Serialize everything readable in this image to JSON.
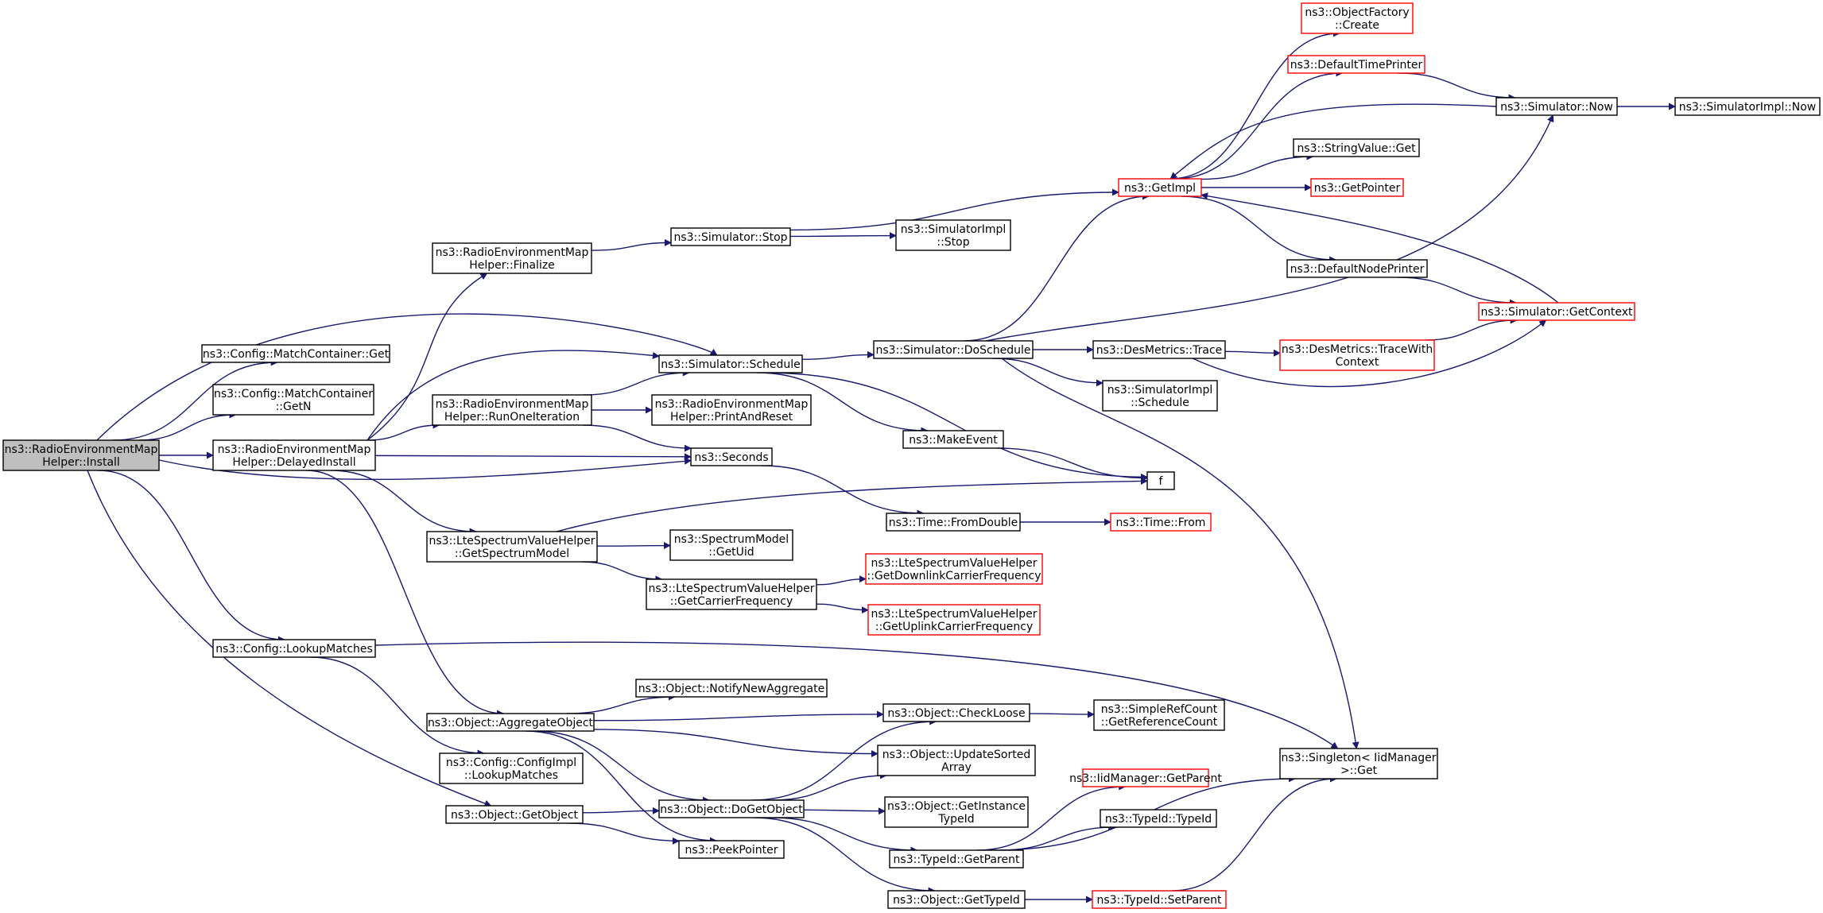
{
  "diagram": {
    "type": "call-graph",
    "edge_color": "#191970",
    "node_border_default": "#000000",
    "node_border_truncated": "#ff0000",
    "root_fill": "#bfbfbf",
    "nodes": [
      {
        "id": "install",
        "lines": [
          "ns3::RadioEnvironmentMap",
          "Helper::Install"
        ],
        "style": "root"
      },
      {
        "id": "mc_get",
        "lines": [
          "ns3::Config::MatchContainer::Get"
        ],
        "style": "normal"
      },
      {
        "id": "mc_getn",
        "lines": [
          "ns3::Config::MatchContainer",
          "::GetN"
        ],
        "style": "normal"
      },
      {
        "id": "delayed",
        "lines": [
          "ns3::RadioEnvironmentMap",
          "Helper::DelayedInstall"
        ],
        "style": "normal"
      },
      {
        "id": "lookup",
        "lines": [
          "ns3::Config::LookupMatches"
        ],
        "style": "normal"
      },
      {
        "id": "getobject",
        "lines": [
          "ns3::Object::GetObject"
        ],
        "style": "normal"
      },
      {
        "id": "finalize",
        "lines": [
          "ns3::RadioEnvironmentMap",
          "Helper::Finalize"
        ],
        "style": "normal"
      },
      {
        "id": "runone",
        "lines": [
          "ns3::RadioEnvironmentMap",
          "Helper::RunOneIteration"
        ],
        "style": "normal"
      },
      {
        "id": "getspectrum",
        "lines": [
          "ns3::LteSpectrumValueHelper",
          "::GetSpectrumModel"
        ],
        "style": "normal"
      },
      {
        "id": "aggregate",
        "lines": [
          "ns3::Object::AggregateObject"
        ],
        "style": "normal"
      },
      {
        "id": "configimpl",
        "lines": [
          "ns3::Config::ConfigImpl",
          "::LookupMatches"
        ],
        "style": "normal"
      },
      {
        "id": "stop",
        "lines": [
          "ns3::Simulator::Stop"
        ],
        "style": "normal"
      },
      {
        "id": "schedule",
        "lines": [
          "ns3::Simulator::Schedule"
        ],
        "style": "normal"
      },
      {
        "id": "printreset",
        "lines": [
          "ns3::RadioEnvironmentMap",
          "Helper::PrintAndReset"
        ],
        "style": "normal"
      },
      {
        "id": "seconds",
        "lines": [
          "ns3::Seconds"
        ],
        "style": "normal"
      },
      {
        "id": "getuid",
        "lines": [
          "ns3::SpectrumModel",
          "::GetUid"
        ],
        "style": "normal"
      },
      {
        "id": "carrier",
        "lines": [
          "ns3::LteSpectrumValueHelper",
          "::GetCarrierFrequency"
        ],
        "style": "normal"
      },
      {
        "id": "notify",
        "lines": [
          "ns3::Object::NotifyNewAggregate"
        ],
        "style": "normal"
      },
      {
        "id": "dogetobject",
        "lines": [
          "ns3::Object::DoGetObject"
        ],
        "style": "normal"
      },
      {
        "id": "peek",
        "lines": [
          "ns3::PeekPointer"
        ],
        "style": "normal"
      },
      {
        "id": "implstop",
        "lines": [
          "ns3::SimulatorImpl",
          "::Stop"
        ],
        "style": "normal"
      },
      {
        "id": "doschedule",
        "lines": [
          "ns3::Simulator::DoSchedule"
        ],
        "style": "normal"
      },
      {
        "id": "makeevent",
        "lines": [
          "ns3::MakeEvent"
        ],
        "style": "normal"
      },
      {
        "id": "fromdouble",
        "lines": [
          "ns3::Time::FromDouble"
        ],
        "style": "normal"
      },
      {
        "id": "downlink",
        "lines": [
          "ns3::LteSpectrumValueHelper",
          "::GetDownlinkCarrierFrequency"
        ],
        "style": "red"
      },
      {
        "id": "uplink",
        "lines": [
          "ns3::LteSpectrumValueHelper",
          "::GetUplinkCarrierFrequency"
        ],
        "style": "red"
      },
      {
        "id": "checkloose",
        "lines": [
          "ns3::Object::CheckLoose"
        ],
        "style": "normal"
      },
      {
        "id": "updatesorted",
        "lines": [
          "ns3::Object::UpdateSorted",
          "Array"
        ],
        "style": "normal"
      },
      {
        "id": "getinstance",
        "lines": [
          "ns3::Object::GetInstance",
          "TypeId"
        ],
        "style": "normal"
      },
      {
        "id": "typeid_getparent",
        "lines": [
          "ns3::TypeId::GetParent"
        ],
        "style": "normal"
      },
      {
        "id": "gettypeid",
        "lines": [
          "ns3::Object::GetTypeId"
        ],
        "style": "normal"
      },
      {
        "id": "f",
        "lines": [
          "f"
        ],
        "style": "normal"
      },
      {
        "id": "timefrom",
        "lines": [
          "ns3::Time::From"
        ],
        "style": "red"
      },
      {
        "id": "getimpl",
        "lines": [
          "ns3::GetImpl"
        ],
        "style": "red"
      },
      {
        "id": "destrace",
        "lines": [
          "ns3::DesMetrics::Trace"
        ],
        "style": "normal"
      },
      {
        "id": "implschedule",
        "lines": [
          "ns3::SimulatorImpl",
          "::Schedule"
        ],
        "style": "normal"
      },
      {
        "id": "simplerefcount",
        "lines": [
          "ns3::SimpleRefCount",
          "::GetReferenceCount"
        ],
        "style": "normal"
      },
      {
        "id": "iid_getparent",
        "lines": [
          "ns3::IidManager::GetParent"
        ],
        "style": "red"
      },
      {
        "id": "typeid_typeid",
        "lines": [
          "ns3::TypeId::TypeId"
        ],
        "style": "normal"
      },
      {
        "id": "setparent",
        "lines": [
          "ns3::TypeId::SetParent"
        ],
        "style": "red"
      },
      {
        "id": "objfactory",
        "lines": [
          "ns3::ObjectFactory",
          "::Create"
        ],
        "style": "red"
      },
      {
        "id": "deftimeprinter",
        "lines": [
          "ns3::DefaultTimePrinter"
        ],
        "style": "red"
      },
      {
        "id": "stringvalue",
        "lines": [
          "ns3::StringValue::Get"
        ],
        "style": "normal"
      },
      {
        "id": "getpointer",
        "lines": [
          "ns3::GetPointer"
        ],
        "style": "red"
      },
      {
        "id": "defnodeprinter",
        "lines": [
          "ns3::DefaultNodePrinter"
        ],
        "style": "normal"
      },
      {
        "id": "tracewith",
        "lines": [
          "ns3::DesMetrics::TraceWith",
          "Context"
        ],
        "style": "red"
      },
      {
        "id": "singleton",
        "lines": [
          "ns3::Singleton< IidManager",
          " >::Get"
        ],
        "style": "normal"
      },
      {
        "id": "sim_now",
        "lines": [
          "ns3::Simulator::Now"
        ],
        "style": "normal"
      },
      {
        "id": "getcontext",
        "lines": [
          "ns3::Simulator::GetContext"
        ],
        "style": "red"
      },
      {
        "id": "impl_now",
        "lines": [
          "ns3::SimulatorImpl::Now"
        ],
        "style": "normal"
      }
    ],
    "edges": [
      [
        "install",
        "schedule"
      ],
      [
        "install",
        "mc_get"
      ],
      [
        "install",
        "mc_getn"
      ],
      [
        "install",
        "delayed"
      ],
      [
        "install",
        "seconds"
      ],
      [
        "install",
        "lookup"
      ],
      [
        "install",
        "getobject"
      ],
      [
        "delayed",
        "finalize"
      ],
      [
        "delayed",
        "schedule"
      ],
      [
        "delayed",
        "runone"
      ],
      [
        "delayed",
        "seconds"
      ],
      [
        "delayed",
        "getspectrum"
      ],
      [
        "delayed",
        "aggregate"
      ],
      [
        "finalize",
        "stop"
      ],
      [
        "runone",
        "schedule"
      ],
      [
        "runone",
        "printreset"
      ],
      [
        "runone",
        "seconds"
      ],
      [
        "getspectrum",
        "f"
      ],
      [
        "getspectrum",
        "getuid"
      ],
      [
        "getspectrum",
        "carrier"
      ],
      [
        "lookup",
        "configimpl"
      ],
      [
        "lookup",
        "singleton"
      ],
      [
        "getobject",
        "dogetobject"
      ],
      [
        "getobject",
        "peek"
      ],
      [
        "aggregate",
        "notify"
      ],
      [
        "aggregate",
        "checkloose"
      ],
      [
        "aggregate",
        "updatesorted"
      ],
      [
        "aggregate",
        "dogetobject"
      ],
      [
        "aggregate",
        "peek"
      ],
      [
        "stop",
        "getimpl"
      ],
      [
        "stop",
        "implstop"
      ],
      [
        "schedule",
        "doschedule"
      ],
      [
        "schedule",
        "makeevent"
      ],
      [
        "schedule",
        "f"
      ],
      [
        "seconds",
        "fromdouble"
      ],
      [
        "carrier",
        "downlink"
      ],
      [
        "carrier",
        "uplink"
      ],
      [
        "dogetobject",
        "checkloose"
      ],
      [
        "dogetobject",
        "updatesorted"
      ],
      [
        "dogetobject",
        "getinstance"
      ],
      [
        "dogetobject",
        "typeid_getparent"
      ],
      [
        "dogetobject",
        "gettypeid"
      ],
      [
        "doschedule",
        "getimpl"
      ],
      [
        "doschedule",
        "sim_now"
      ],
      [
        "doschedule",
        "destrace"
      ],
      [
        "doschedule",
        "implschedule"
      ],
      [
        "doschedule",
        "singleton"
      ],
      [
        "makeevent",
        "f"
      ],
      [
        "fromdouble",
        "timefrom"
      ],
      [
        "checkloose",
        "simplerefcount"
      ],
      [
        "typeid_getparent",
        "iid_getparent"
      ],
      [
        "typeid_getparent",
        "typeid_typeid"
      ],
      [
        "typeid_getparent",
        "singleton"
      ],
      [
        "gettypeid",
        "setparent"
      ],
      [
        "setparent",
        "singleton"
      ],
      [
        "getimpl",
        "objfactory"
      ],
      [
        "getimpl",
        "deftimeprinter"
      ],
      [
        "getimpl",
        "stringvalue"
      ],
      [
        "getimpl",
        "getpointer"
      ],
      [
        "getimpl",
        "defnodeprinter"
      ],
      [
        "deftimeprinter",
        "sim_now"
      ],
      [
        "sim_now",
        "getimpl"
      ],
      [
        "sim_now",
        "impl_now"
      ],
      [
        "defnodeprinter",
        "getcontext"
      ],
      [
        "getcontext",
        "getimpl"
      ],
      [
        "destrace",
        "tracewith"
      ],
      [
        "destrace",
        "getcontext"
      ],
      [
        "tracewith",
        "getcontext"
      ]
    ]
  }
}
